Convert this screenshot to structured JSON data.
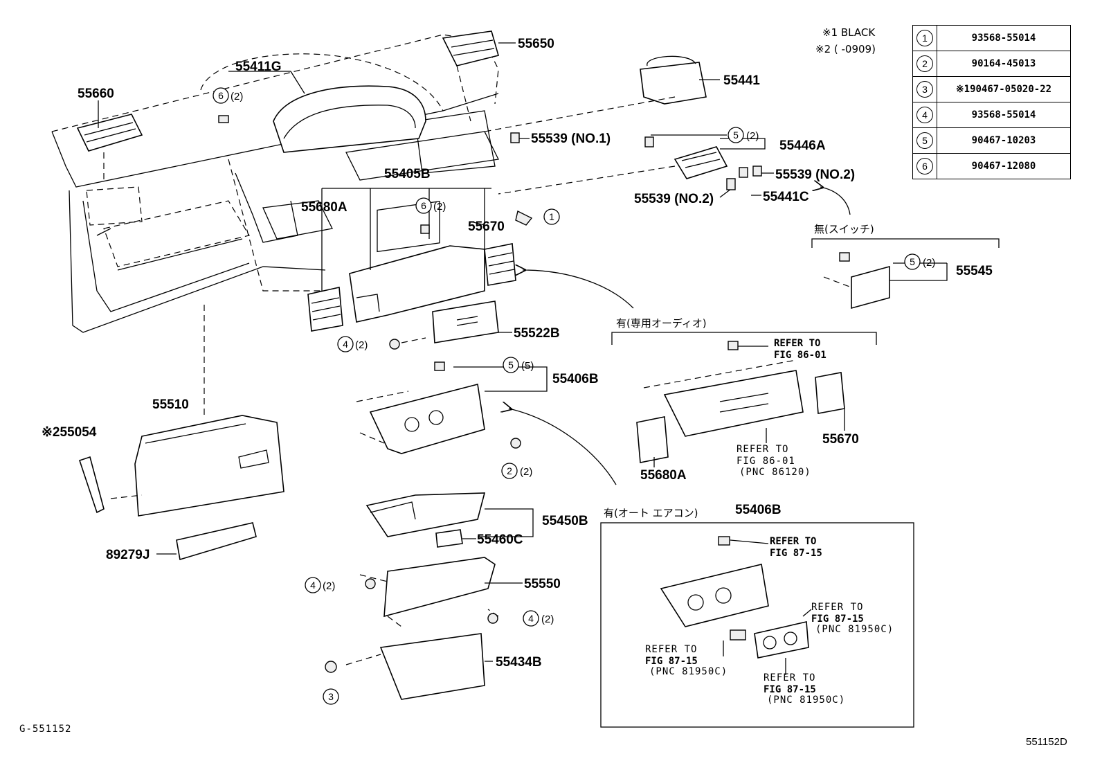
{
  "notes": {
    "black": "※1 BLACK",
    "date": "※2 (     -0909)"
  },
  "legend": [
    {
      "num": "1",
      "part": "93568-55014"
    },
    {
      "num": "2",
      "part": "90164-45013"
    },
    {
      "num": "3",
      "part": "※190467-05020-22"
    },
    {
      "num": "4",
      "part": "93568-55014"
    },
    {
      "num": "5",
      "part": "90467-10203"
    },
    {
      "num": "6",
      "part": "90467-12080"
    }
  ],
  "labels": {
    "p55650": "55650",
    "p55411G": "55411G",
    "p55660": "55660",
    "p55441": "55441",
    "p55539_no1": "55539 (NO.1)",
    "p55446A": "55446A",
    "p55539_no2_right": "55539 (NO.2)",
    "p55539_no2_left": "55539 (NO.2)",
    "p55441C": "55441C",
    "p55405B": "55405B",
    "p55680A": "55680A",
    "p55670": "55670",
    "p55522B": "55522B",
    "p55545": "55545",
    "p55406B": "55406B",
    "p55510": "55510",
    "p55054": "※255054",
    "p55450B": "55450B",
    "p55460C": "55460C",
    "p89279J": "89279J",
    "p55550": "55550",
    "p55434B": "55434B",
    "p55680A_b": "55680A",
    "p55670_b": "55670",
    "p55406B_b": "55406B",
    "fig_code": "G-551152",
    "drawing_no": "551152D"
  },
  "qty": {
    "q6_top": "(2)",
    "q6_mid": "(2)",
    "q5_top": "(2)",
    "q5_sw": "(2)",
    "q4_a": "(2)",
    "q5_b": "(5)",
    "q2": "(2)",
    "q4_b": "(2)",
    "q4_c": "(2)"
  },
  "sections": {
    "no_switch": "無(スイッチ)",
    "audio": "有(専用オーディオ)",
    "auto_ac": "有(オート エアコン)"
  },
  "refs": {
    "r1_a": "REFER TO",
    "r1_b": "FIG 86-01",
    "r2_a": "REFER TO",
    "r2_b": "FIG 86-01",
    "r2_c": "(PNC 86120)",
    "r3_a": "REFER TO",
    "r3_b": "FIG 87-15",
    "r4_a": "REFER TO",
    "r4_b": "FIG 87-15",
    "r4_c": "(PNC 81950C)",
    "r5_a": "REFER TO",
    "r5_b": "FIG 87-15",
    "r5_c": "(PNC 81950C)",
    "r6_a": "REFER TO",
    "r6_b": "FIG 87-15",
    "r6_c": "(PNC 81950C)"
  },
  "callouts": {
    "c1": "1",
    "c2": "2",
    "c3": "3",
    "c4": "4",
    "c5": "5",
    "c6": "6"
  }
}
